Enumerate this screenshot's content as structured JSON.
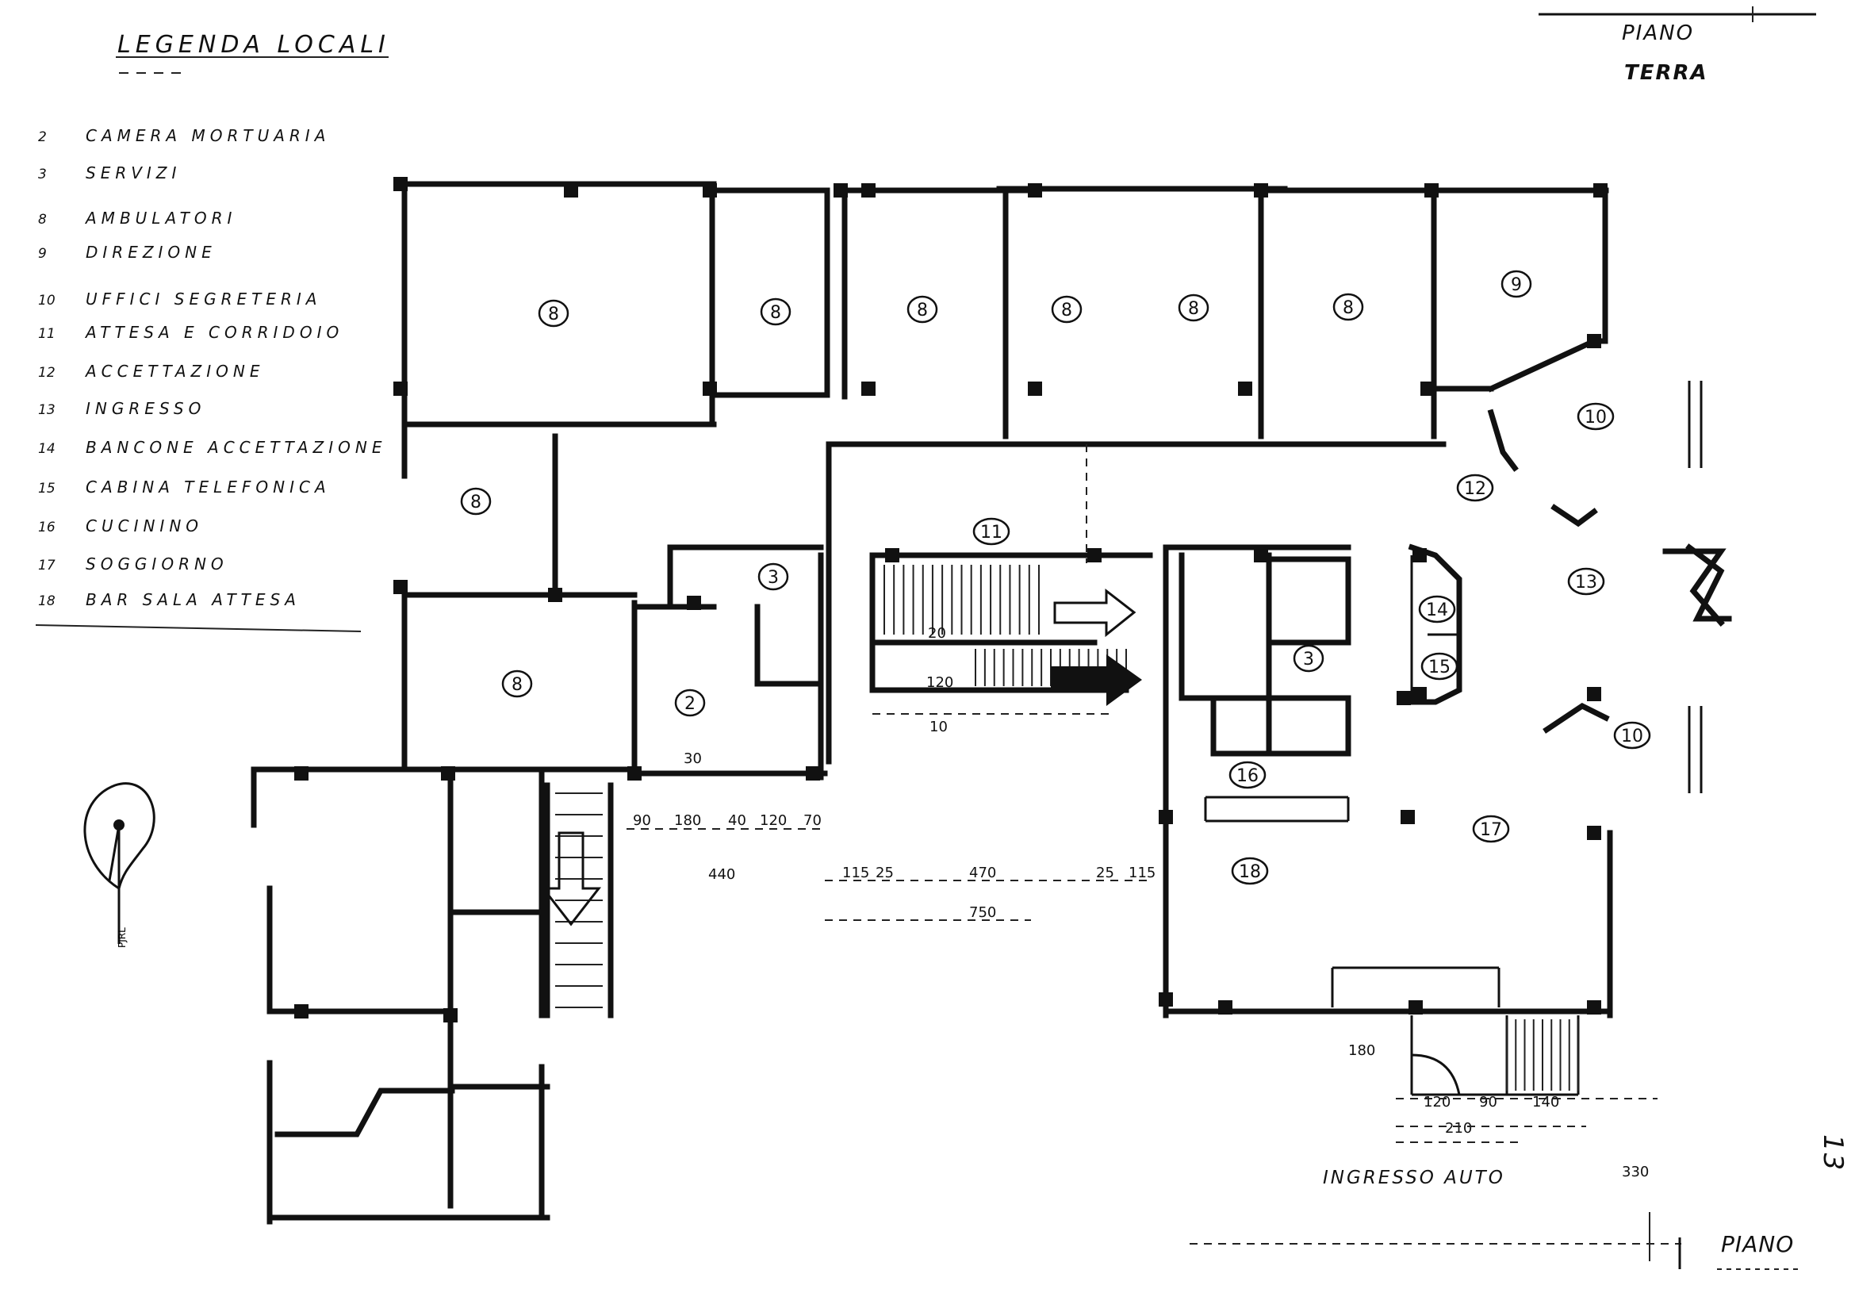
{
  "legend": {
    "title": "LEGENDA  LOCALI",
    "items": [
      {
        "num": "2",
        "label": "CAMERA MORTUARIA"
      },
      {
        "num": "3",
        "label": "SERVIZI"
      },
      {
        "num": "8",
        "label": "AMBULATORI"
      },
      {
        "num": "9",
        "label": "DIREZIONE"
      },
      {
        "num": "10",
        "label": "UFFICI SEGRETERIA"
      },
      {
        "num": "11",
        "label": "ATTESA E CORRIDOIO"
      },
      {
        "num": "12",
        "label": "ACCETTAZIONE"
      },
      {
        "num": "13",
        "label": "INGRESSO"
      },
      {
        "num": "14",
        "label": "BANCONE ACCETTAZIONE"
      },
      {
        "num": "15",
        "label": "CABINA TELEFONICA"
      },
      {
        "num": "16",
        "label": "CUCININO"
      },
      {
        "num": "17",
        "label": "SOGGIORNO"
      },
      {
        "num": "18",
        "label": "BAR SALA ATTESA"
      }
    ]
  },
  "floor_note_top": {
    "line1": "PIANO",
    "line2": "TERRA"
  },
  "floor_note_bottom": "PIANO",
  "page_number": "13",
  "entrance_label": "INGRESSO AUTO",
  "logo_text": "PJRL",
  "rooms": [
    {
      "id": "r8a",
      "num": "8"
    },
    {
      "id": "r8b",
      "num": "8"
    },
    {
      "id": "r8c",
      "num": "8"
    },
    {
      "id": "r8d",
      "num": "8"
    },
    {
      "id": "r8e",
      "num": "8"
    },
    {
      "id": "r8f",
      "num": "8"
    },
    {
      "id": "r9",
      "num": "9"
    },
    {
      "id": "r10a",
      "num": "10"
    },
    {
      "id": "r8g",
      "num": "8"
    },
    {
      "id": "r11",
      "num": "11"
    },
    {
      "id": "r12",
      "num": "12"
    },
    {
      "id": "r3a",
      "num": "3"
    },
    {
      "id": "r13",
      "num": "13"
    },
    {
      "id": "r14",
      "num": "14"
    },
    {
      "id": "r3b",
      "num": "3"
    },
    {
      "id": "r15",
      "num": "15"
    },
    {
      "id": "r8h",
      "num": "8"
    },
    {
      "id": "r2",
      "num": "2"
    },
    {
      "id": "r10b",
      "num": "10"
    },
    {
      "id": "r16",
      "num": "16"
    },
    {
      "id": "r17",
      "num": "17"
    },
    {
      "id": "r18",
      "num": "18"
    }
  ],
  "dimensions": {
    "d30": "30",
    "d20": "20",
    "d120": "120",
    "d10": "10",
    "d90a": "90",
    "d180a": "180",
    "d40": "40",
    "d120b": "120",
    "d70": "70",
    "d440": "440",
    "d115a": "115",
    "d25a": "25",
    "d470": "470",
    "d25b": "25",
    "d115b": "115",
    "d750": "750",
    "d180b": "180",
    "d120c": "120",
    "d90b": "90",
    "d140": "140",
    "d210": "210",
    "d330": "330"
  }
}
